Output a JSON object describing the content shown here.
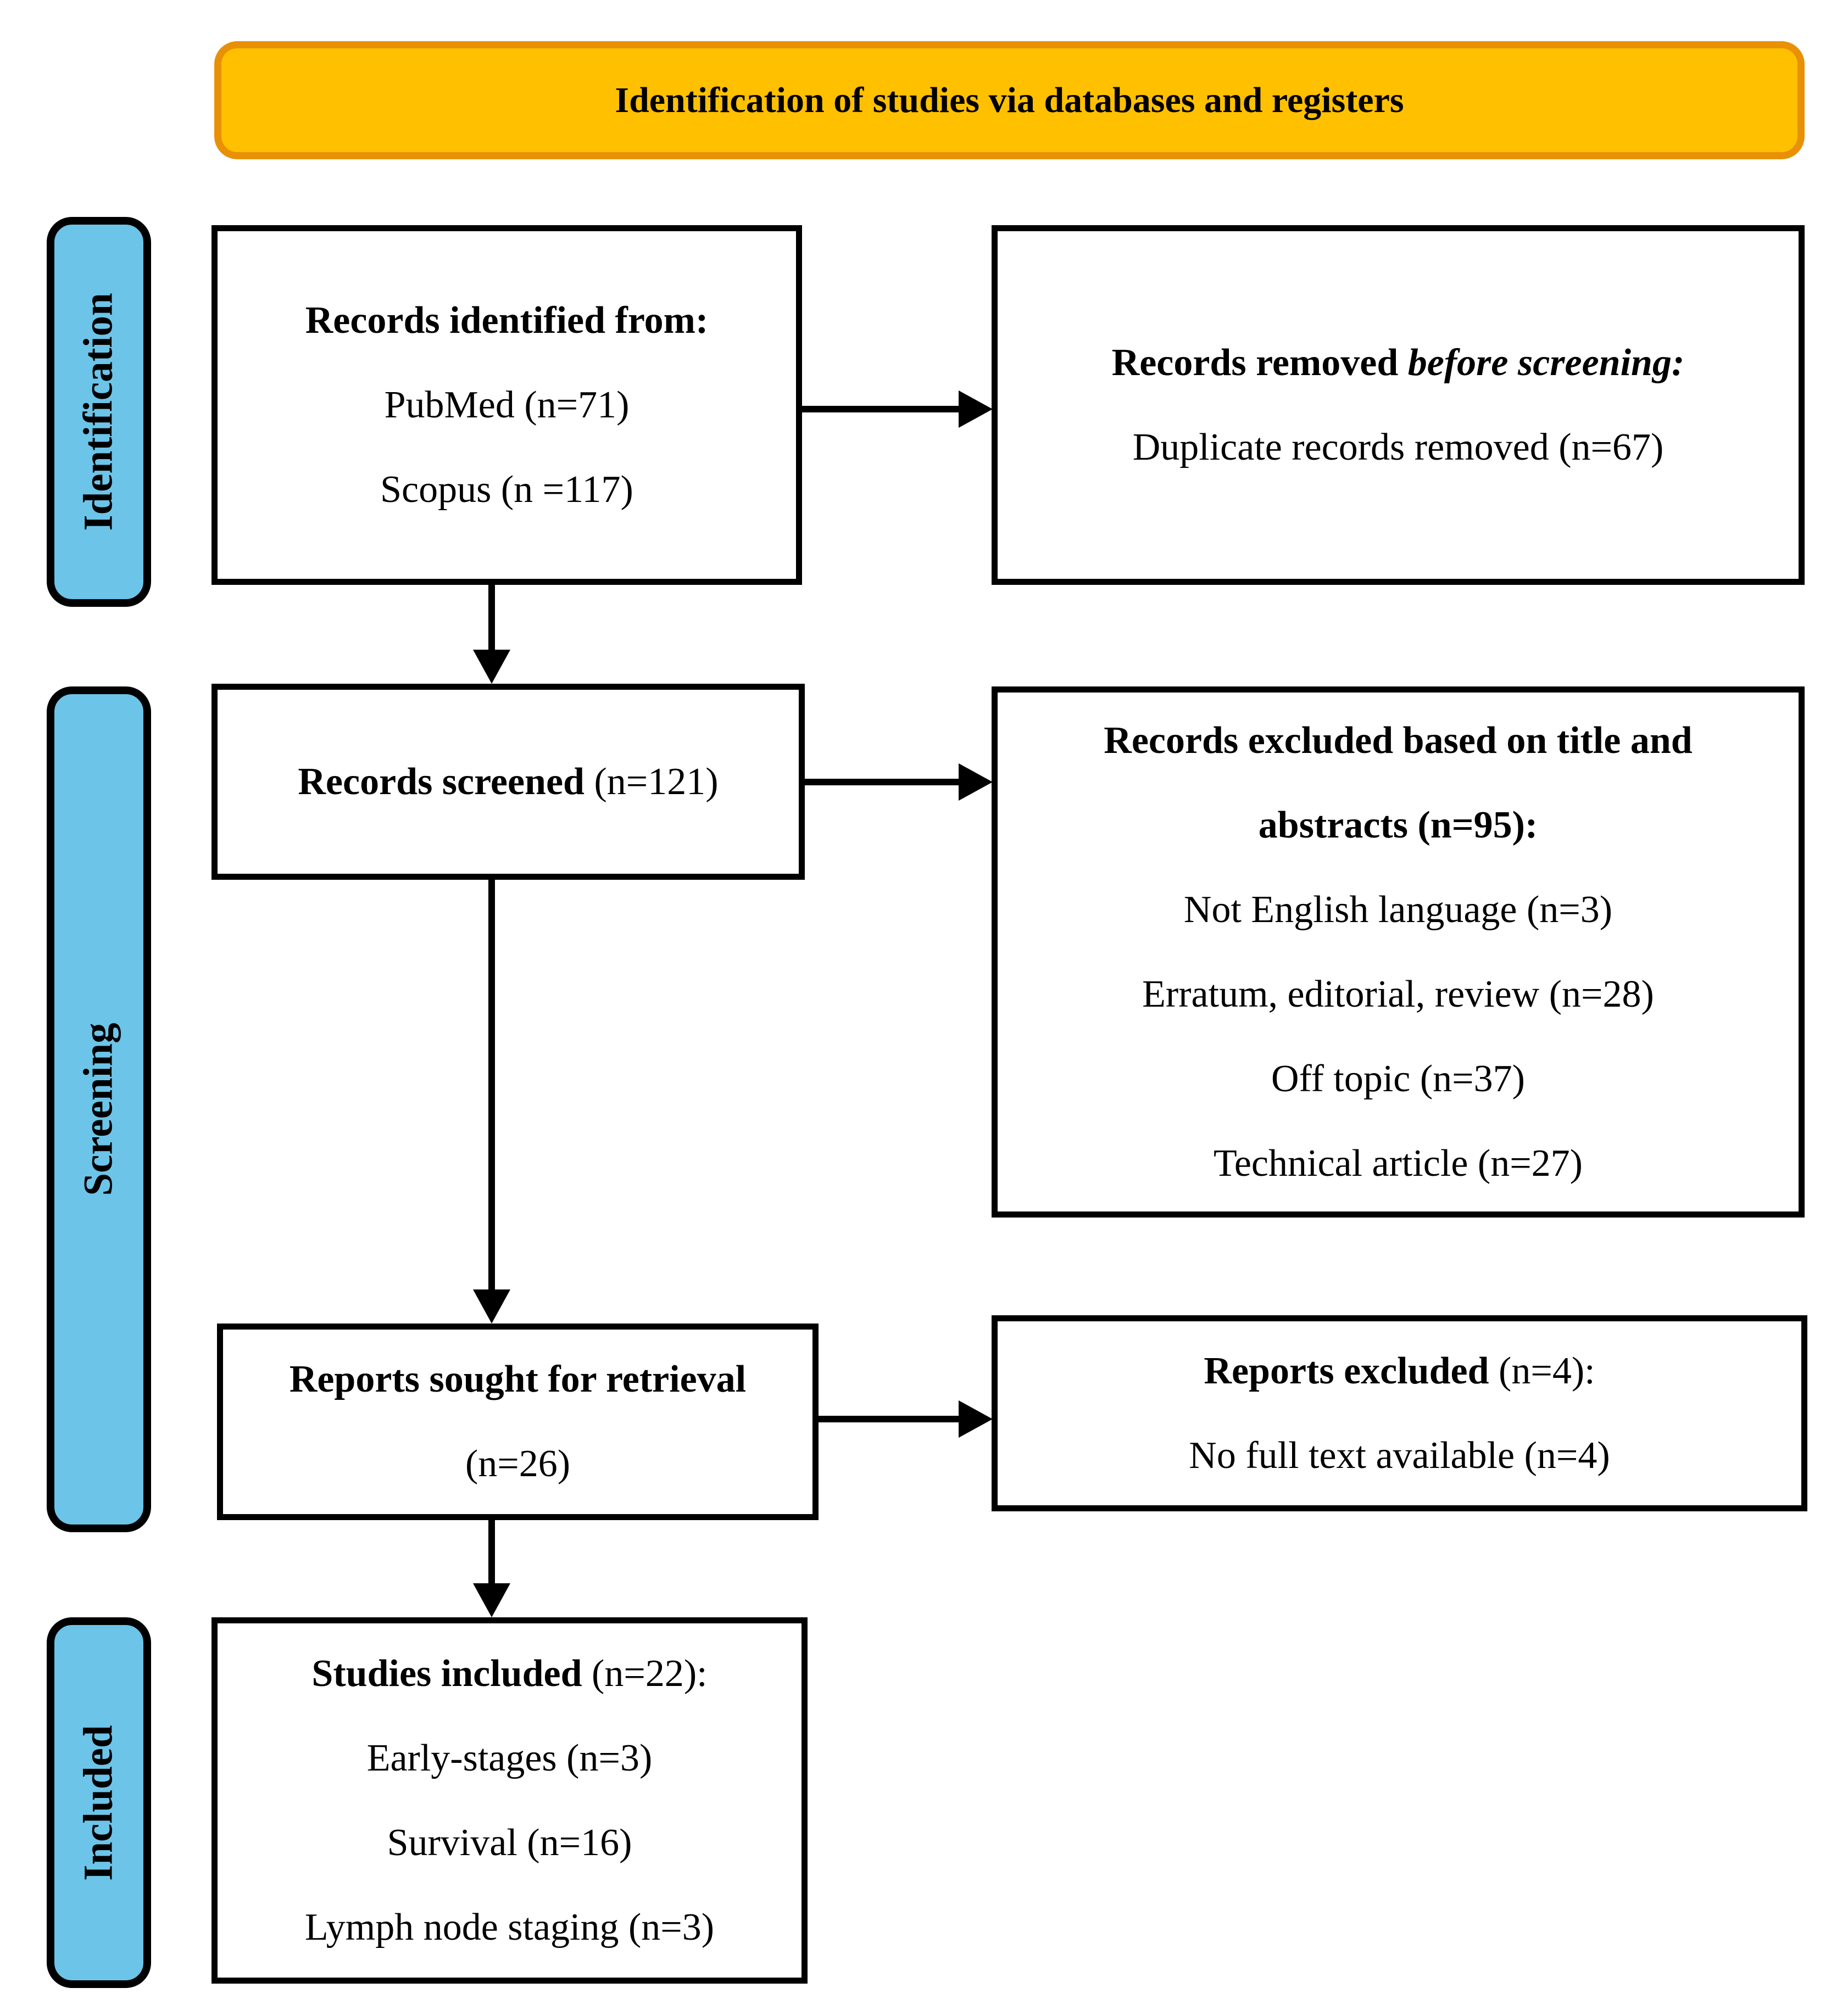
{
  "header": {
    "title": "Identification of studies via databases and registers"
  },
  "stages": [
    {
      "label": "Identification"
    },
    {
      "label": "Screening"
    },
    {
      "label": "Included"
    }
  ],
  "boxes": {
    "identified": {
      "title": "Records identified from:",
      "lines": [
        "PubMed (n=71)",
        "Scopus (n =117)"
      ]
    },
    "removed": {
      "title_bold": "Records removed ",
      "title_italic": "before screening:",
      "lines": [
        "Duplicate records removed (n=67)"
      ]
    },
    "screened": {
      "title": "Records screened ",
      "suffix": "(n=121)"
    },
    "excluded": {
      "title": "Records excluded based on title and abstracts (n=95):",
      "lines": [
        "Not English language (n=3)",
        "Erratum, editorial, review (n=28)",
        "Off topic (n=37)",
        "Technical article (n=27)"
      ]
    },
    "sought": {
      "title": "Reports sought for retrieval",
      "suffix": "(n=26)"
    },
    "reports_excluded": {
      "title": "Reports excluded ",
      "suffix": "(n=4):",
      "lines": [
        "No full text available (n=4)"
      ]
    },
    "studies_included": {
      "title": "Studies included ",
      "suffix": "(n=22):",
      "lines": [
        "Early-stages (n=3)",
        "Survival (n=16)",
        "Lymph node staging (n=3)"
      ]
    }
  },
  "colors": {
    "header_fill": "#FFC000",
    "header_border": "#E89106",
    "stage_fill": "#6CC4E8",
    "box_border": "#000000"
  }
}
